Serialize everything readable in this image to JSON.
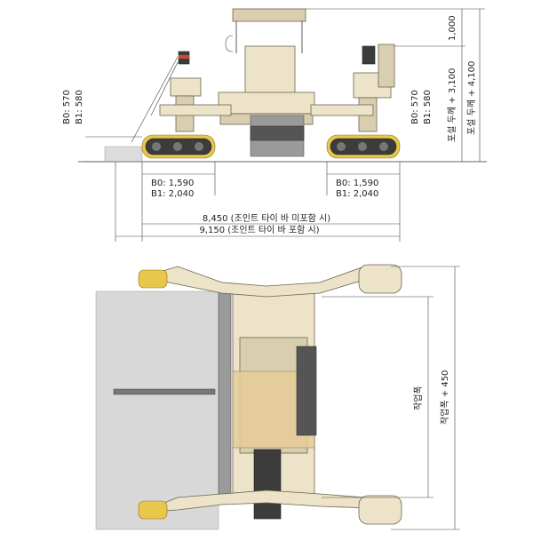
{
  "side_view": {
    "left_labels": [
      "B0: 570",
      "B1: 580"
    ],
    "right_labels": [
      "B0: 570",
      "B1: 580"
    ],
    "track_left": [
      "B0: 1,590",
      "B1: 2,040"
    ],
    "track_right": [
      "B0: 1,590",
      "B1: 2,040"
    ],
    "overall_1": "8,450 (조인트 타이 바 미포함 시)",
    "overall_2": "9,150 (조인트 타이 바 포함 시)",
    "top_dim": "1,000",
    "height_1": "포설 두께 + 3,100",
    "height_2": "포설 두께 + 4,100"
  },
  "top_view": {
    "width_1": "작업폭",
    "width_2": "작업폭 + 450"
  },
  "colors": {
    "body": "#ece3c8",
    "yellow_tag": "#e8c84a",
    "concrete": "#d8d8d8"
  }
}
